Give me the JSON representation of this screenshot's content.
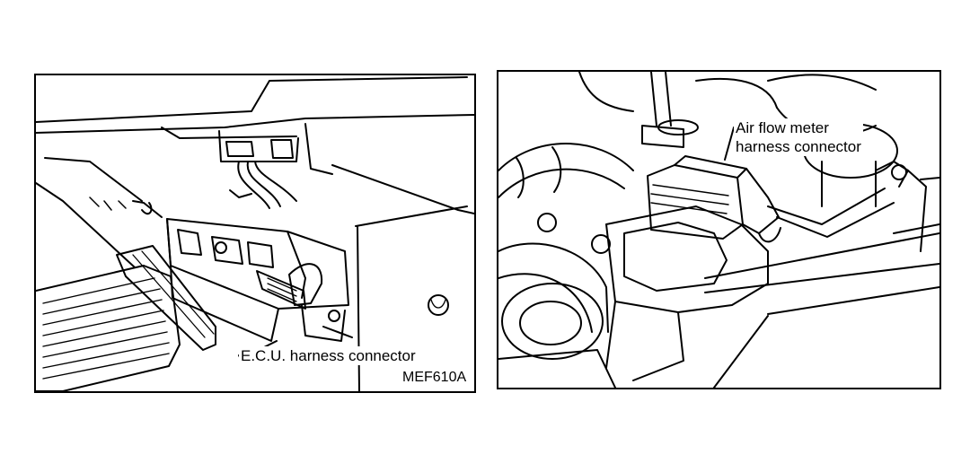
{
  "left_panel": {
    "callout": "E.C.U. harness connector",
    "figure_code": "MEF610A"
  },
  "right_panel": {
    "callout_line1": "Air flow meter",
    "callout_line2": "harness connector"
  }
}
